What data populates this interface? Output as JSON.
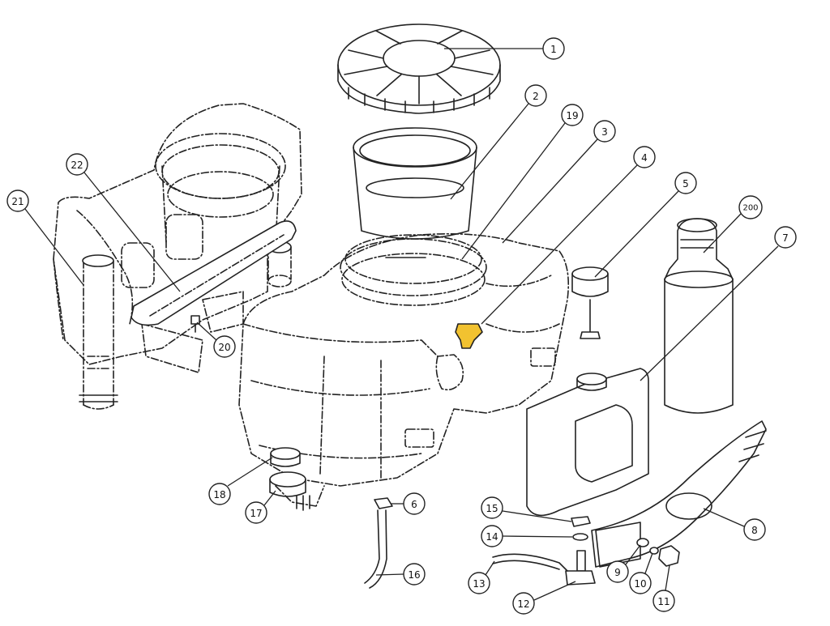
{
  "colors": {
    "line": "#222222",
    "background": "#ffffff",
    "highlight": "#f2c230"
  },
  "callouts": [
    {
      "id": "c1",
      "label": "1"
    },
    {
      "id": "c2",
      "label": "2"
    },
    {
      "id": "c19",
      "label": "19"
    },
    {
      "id": "c3",
      "label": "3"
    },
    {
      "id": "c4",
      "label": "4"
    },
    {
      "id": "c5",
      "label": "5"
    },
    {
      "id": "c200",
      "label": "200"
    },
    {
      "id": "c7",
      "label": "7"
    },
    {
      "id": "c22",
      "label": "22"
    },
    {
      "id": "c21",
      "label": "21"
    },
    {
      "id": "c20",
      "label": "20"
    },
    {
      "id": "c6",
      "label": "6"
    },
    {
      "id": "c18",
      "label": "18"
    },
    {
      "id": "c17",
      "label": "17"
    },
    {
      "id": "c16",
      "label": "16"
    },
    {
      "id": "c15",
      "label": "15"
    },
    {
      "id": "c14",
      "label": "14"
    },
    {
      "id": "c13",
      "label": "13"
    },
    {
      "id": "c12",
      "label": "12"
    },
    {
      "id": "c9",
      "label": "9"
    },
    {
      "id": "c10",
      "label": "10"
    },
    {
      "id": "c11",
      "label": "11"
    },
    {
      "id": "c8",
      "label": "8"
    }
  ]
}
